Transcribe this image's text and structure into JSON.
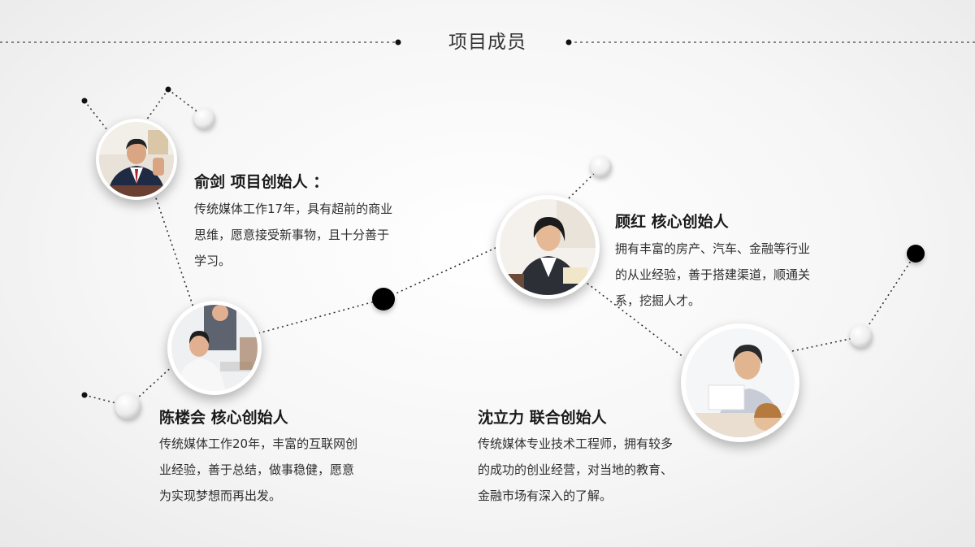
{
  "header": {
    "title": "项目成员"
  },
  "members": [
    {
      "name": "俞剑 项目创始人 ：",
      "description": "传统媒体工作17年，具有超前的商业\n思维，愿意接受新事物，且十分善于\n学习。",
      "photo_icon": "businessman-photo"
    },
    {
      "name": "顾红 核心创始人",
      "description": "拥有丰富的房产、汽车、金融等行业\n的从业经验，善于搭建渠道，顺通关\n系，挖掘人才。",
      "photo_icon": "businesswoman-photo"
    },
    {
      "name": "陈楼会 核心创始人",
      "description": "传统媒体工作20年，丰富的互联网创\n业经验，善于总结，做事稳健，愿意\n为实现梦想而再出发。",
      "photo_icon": "office-worker-photo"
    },
    {
      "name": "沈立力 联合创始人",
      "description": "传统媒体专业技术工程师，拥有较多\n的成功的创业经营，对当地的教育、\n金融市场有深入的了解。",
      "photo_icon": "engineer-photo"
    }
  ]
}
